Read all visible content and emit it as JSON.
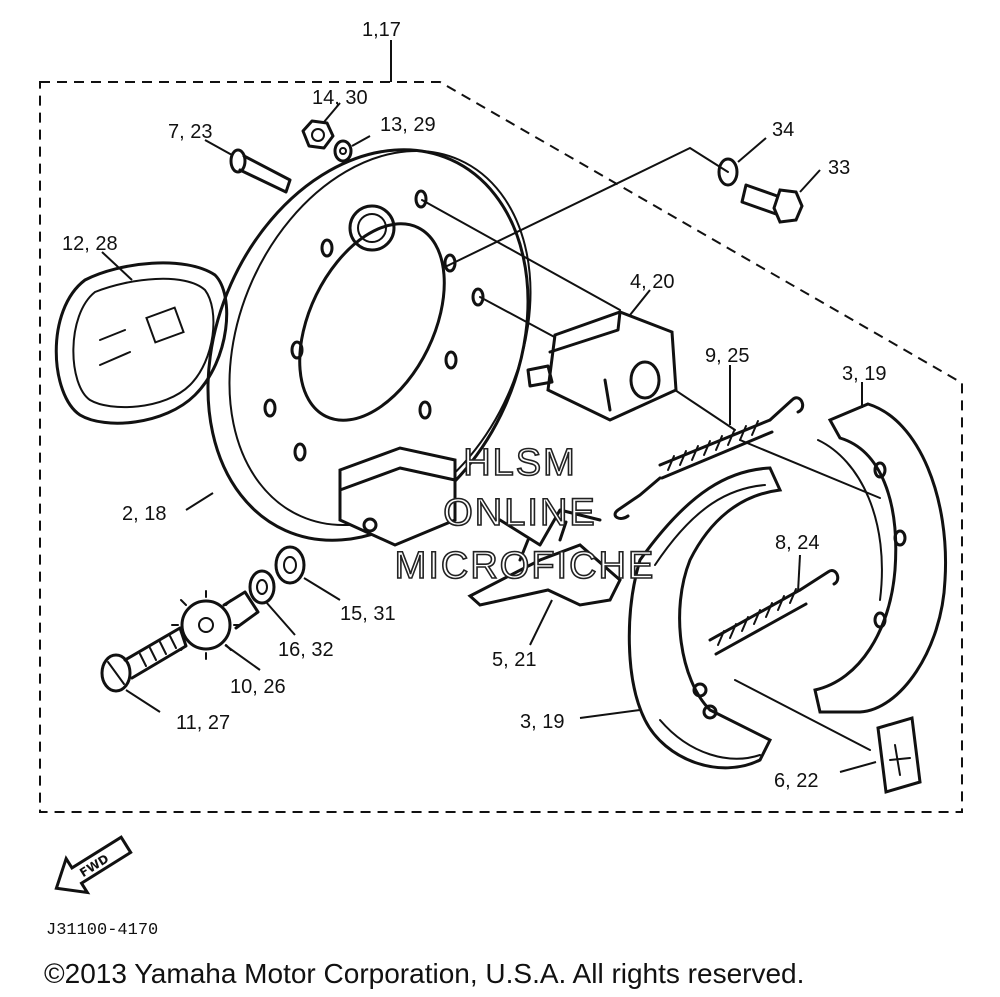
{
  "diagram": {
    "callouts": {
      "c_1_17": "1,17",
      "c_14_30": "14, 30",
      "c_13_29": "13, 29",
      "c_7_23": "7, 23",
      "c_34": "34",
      "c_33": "33",
      "c_12_28": "12, 28",
      "c_4_20": "4, 20",
      "c_9_25": "9, 25",
      "c_3_19_top": "3, 19",
      "c_2_18": "2, 18",
      "c_8_24": "8, 24",
      "c_15_31": "15, 31",
      "c_16_32": "16, 32",
      "c_5_21": "5, 21",
      "c_10_26": "10, 26",
      "c_11_27": "11, 27",
      "c_3_19_bottom": "3, 19",
      "c_6_22": "6, 22"
    },
    "watermark": [
      "HLSM",
      "ONLINE",
      "MICROFICHE"
    ],
    "fwd_arrow_label": "FWD",
    "figure_code": "J31100-4170",
    "copyright": "©2013 Yamaha Motor Corporation, U.S.A. All rights reserved."
  }
}
